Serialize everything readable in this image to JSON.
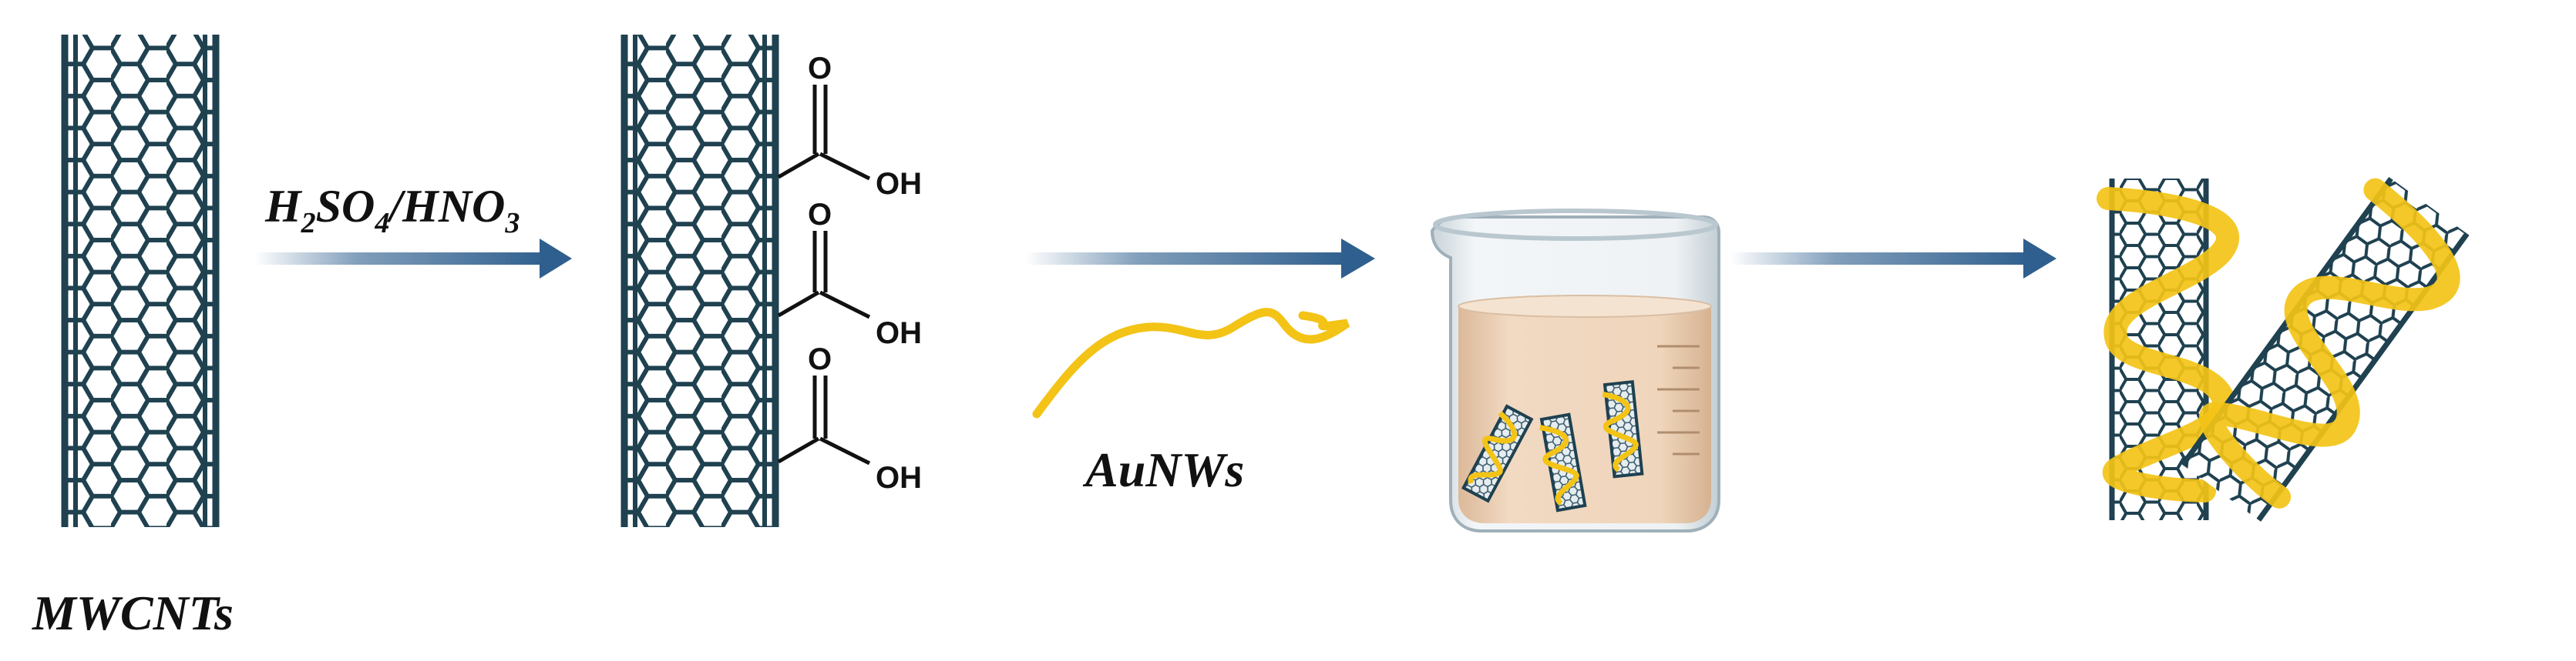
{
  "labels": {
    "mwcnts": "MWCNTs",
    "acid": {
      "h": "H",
      "h_sub": "2",
      "so": "SO",
      "so_sub": "4",
      "hno": "/HNO",
      "hno_sub": "3"
    },
    "aunws": "AuNWs",
    "carboxyl_o": "O",
    "carboxyl_oh": "OH"
  },
  "colors": {
    "nanotube": "#1f4150",
    "arrow": "#2f5f8e",
    "gold_wire": "#f3c316",
    "beaker_liquid": "#ecd0b4",
    "beaker_glass": "#d9e3e8"
  },
  "steps": [
    {
      "name": "pristine-mwcnt"
    },
    {
      "name": "acid-oxidation-arrow"
    },
    {
      "name": "carboxylated-mwcnt"
    },
    {
      "name": "aunws-mixing-arrow"
    },
    {
      "name": "beaker-dispersion"
    },
    {
      "name": "product-arrow"
    },
    {
      "name": "aunw-wrapped-mwcnts"
    }
  ]
}
